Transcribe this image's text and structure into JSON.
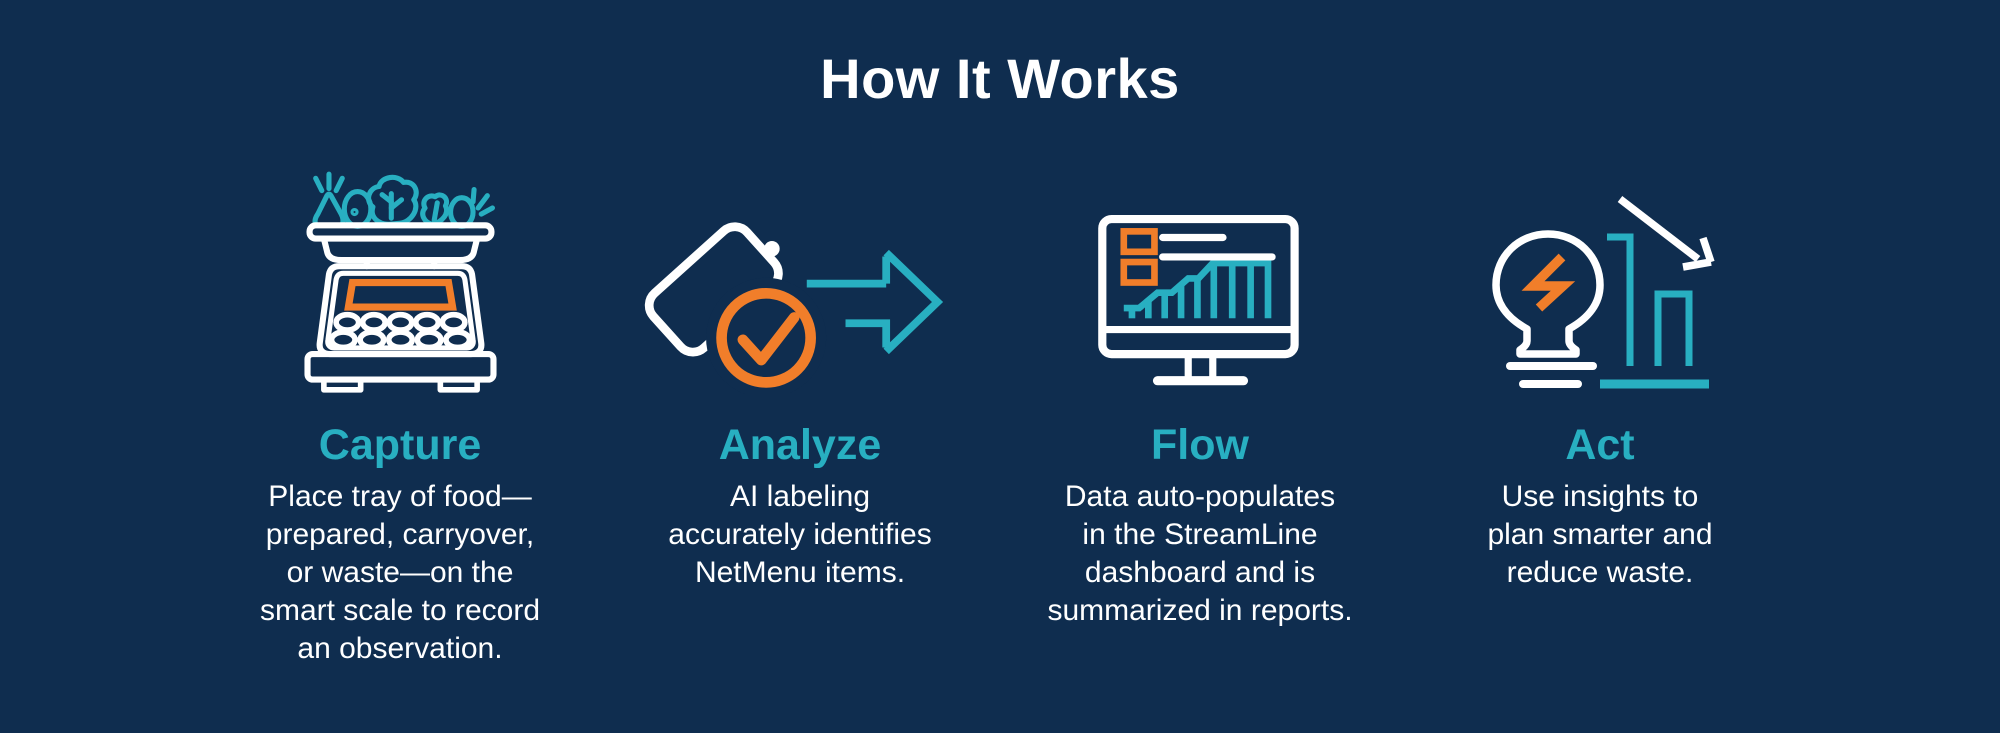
{
  "title": "How It Works",
  "colors": {
    "navy": "#0f2d4f",
    "teal": "#28afc1",
    "orange": "#f17e2a",
    "white": "#ffffff"
  },
  "steps": [
    {
      "heading": "Capture",
      "icon": "smart-scale-with-food-icon",
      "body": "Place tray of food—\nprepared, carryover,\nor waste—on the\nsmart scale to record\nan observation."
    },
    {
      "heading": "Analyze",
      "icon": "tag-check-arrow-icon",
      "body": "AI labeling\naccurately identifies\nNetMenu items."
    },
    {
      "heading": "Flow",
      "icon": "dashboard-monitor-icon",
      "body": "Data auto-populates\nin the StreamLine\ndashboard and is\nsummarized in reports."
    },
    {
      "heading": "Act",
      "icon": "lightbulb-decline-chart-icon",
      "body": "Use insights to\nplan smarter and\nreduce waste."
    }
  ]
}
